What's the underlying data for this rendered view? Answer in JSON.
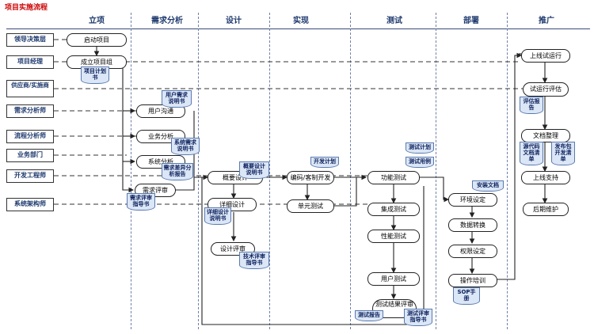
{
  "title": "项目实施流程",
  "phases": [
    "立项",
    "需求分析",
    "设计",
    "实现",
    "测试",
    "部署",
    "推广"
  ],
  "roles": [
    "领导决策层",
    "项目经理",
    "供应商/实施商",
    "需求分析师",
    "流程分析师",
    "业务部门",
    "开发工程师",
    "系统架构师"
  ],
  "processes": {
    "start_project": "启动项目",
    "form_team": "成立项目组",
    "user_comm": "用户沟通",
    "biz_analysis": "业务分析",
    "sys_analysis": "系统分析",
    "req_review": "需求评审",
    "outline_design": "概要设计",
    "detail_design": "详细设计",
    "design_review": "设计评审",
    "coding": "编码/客制开发",
    "unit_test": "单元测试",
    "func_test": "功能测试",
    "integ_test": "集成测试",
    "perf_test": "性能测试",
    "user_test": "用户测试",
    "test_result_review": "测试结果评审",
    "env_setup": "环境设定",
    "data_convert": "数据转换",
    "perm_setup": "权限设定",
    "ops_training": "操作培训",
    "go_live_trial": "上线试运行",
    "trial_eval": "试运行评估",
    "doc_org": "文档整理",
    "go_live_support": "上线支持",
    "maintenance": "后期维护"
  },
  "documents": {
    "project_plan": "项目计划书",
    "user_req_spec": "用户需求说明书",
    "sys_req_spec": "系统需求说明书",
    "req_diff_report": "需求差异分析报告",
    "req_review_guide": "需求评审指导书",
    "outline_design_spec": "概要设计说明书",
    "detail_design_spec": "详细设计说明书",
    "tech_review_guide": "技术评审指导书",
    "dev_plan": "开发计划",
    "test_plan": "测试计划",
    "test_cases": "测试用例",
    "test_report": "测试报告",
    "test_review_guide": "测试评审指导书",
    "install_doc": "安装文档",
    "sop_manual": "SOP手册",
    "eval_report": "评估报告",
    "source_list": "源代码文档清单",
    "release_list": "发布包开发清单"
  }
}
